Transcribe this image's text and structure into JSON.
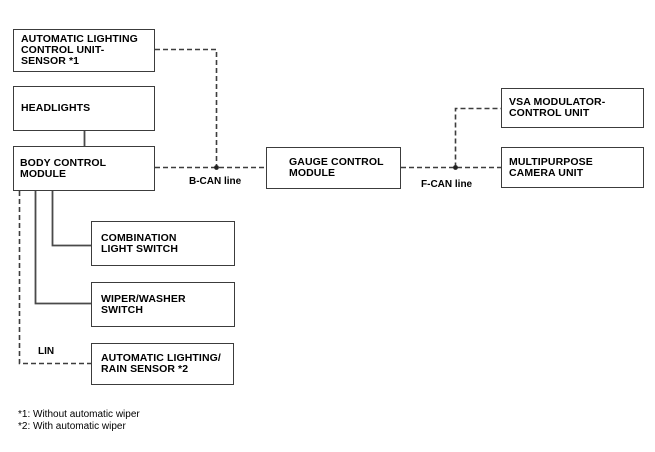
{
  "diagram": {
    "boxes": {
      "auto_lighting_sensor": "AUTOMATIC LIGHTING\nCONTROL UNIT-\nSENSOR *1",
      "headlights": "HEADLIGHTS",
      "body_control_module": "BODY CONTROL MODULE",
      "combination_light_switch": "COMBINATION\nLIGHT SWITCH",
      "wiper_washer_switch": "WIPER/WASHER\nSWITCH",
      "auto_lighting_rain_sensor": "AUTOMATIC LIGHTING/\nRAIN SENSOR *2",
      "gauge_control_module": "GAUGE CONTROL\nMODULE",
      "vsa_modulator_control_unit": "VSA MODULATOR-\nCONTROL UNIT",
      "multipurpose_camera_unit": "MULTIPURPOSE\nCAMERA UNIT"
    },
    "bus_labels": {
      "b_can": "B-CAN line",
      "f_can": "F-CAN line",
      "lin": "LIN"
    },
    "footnotes": [
      "*1: Without automatic wiper",
      "*2: With automatic wiper"
    ],
    "colors": {
      "background": "#ffffff",
      "box_border": "#3c3c3c",
      "solid_line": "#4a4a4a",
      "dashed_line": "#3d3d3d",
      "text": "#000000"
    }
  }
}
